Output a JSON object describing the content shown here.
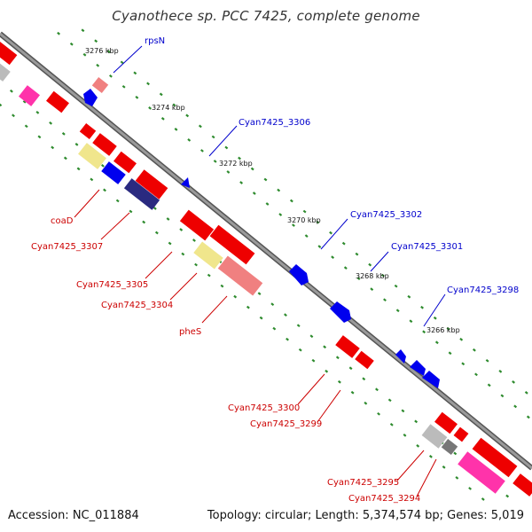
{
  "title": "Cyanothece sp. PCC 7425, complete genome",
  "footer": {
    "accession": "Accession: NC_011884",
    "topology": "Topology: circular; Length: 5,374,574 bp; Genes: 5,019"
  },
  "colors": {
    "backbone": "#6e6e6e",
    "tick_dots": "#2e8b2e",
    "forward_label": "#0000cc",
    "reverse_label": "#cc0000",
    "cds": "#ee0000",
    "rna": "#0000ee",
    "pseudo": "#aaaaaa",
    "pink": "#ff66aa",
    "salmon": "#f08080",
    "khaki": "#f0e68c",
    "navy": "#2a2a80"
  },
  "ticks": [
    {
      "label": "3276 kbp"
    },
    {
      "label": "3274 kbp"
    },
    {
      "label": "3272 kbp"
    },
    {
      "label": "3270 kbp"
    },
    {
      "label": "3268 kbp"
    },
    {
      "label": "3266 kbp"
    }
  ],
  "forward_labels": [
    {
      "label": "rpsN"
    },
    {
      "label": "Cyan7425_3306"
    },
    {
      "label": "Cyan7425_3302"
    },
    {
      "label": "Cyan7425_3301"
    },
    {
      "label": "Cyan7425_3298"
    }
  ],
  "reverse_labels": [
    {
      "label": "coaD"
    },
    {
      "label": "Cyan7425_3307"
    },
    {
      "label": "Cyan7425_3305"
    },
    {
      "label": "Cyan7425_3304"
    },
    {
      "label": "pheS"
    },
    {
      "label": "Cyan7425_3300"
    },
    {
      "label": "Cyan7425_3299"
    },
    {
      "label": "Cyan7425_3295"
    },
    {
      "label": "Cyan7425_3294"
    }
  ]
}
